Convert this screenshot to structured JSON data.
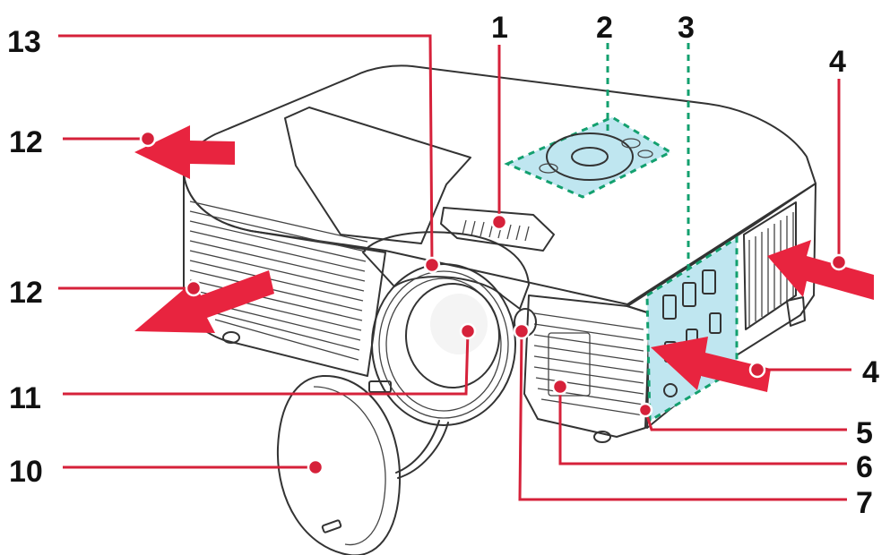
{
  "callouts": [
    {
      "id": "1",
      "label": "1"
    },
    {
      "id": "2",
      "label": "2"
    },
    {
      "id": "3",
      "label": "3"
    },
    {
      "id": "4a",
      "label": "4"
    },
    {
      "id": "4b",
      "label": "4"
    },
    {
      "id": "5",
      "label": "5"
    },
    {
      "id": "6",
      "label": "6"
    },
    {
      "id": "7",
      "label": "7"
    },
    {
      "id": "10",
      "label": "10"
    },
    {
      "id": "11",
      "label": "11"
    },
    {
      "id": "12a",
      "label": "12"
    },
    {
      "id": "12b",
      "label": "12"
    },
    {
      "id": "13",
      "label": "13"
    }
  ],
  "colors": {
    "leader": "#d6213a",
    "arrow": "#e8243f",
    "guide": "#13a06f",
    "keypad_fill": "#bfe6f0",
    "io_panel_fill": "#bfe6f0",
    "body_outline": "#333333"
  },
  "icons": [
    "airflow-arrow",
    "projector-body",
    "lens-cap"
  ]
}
